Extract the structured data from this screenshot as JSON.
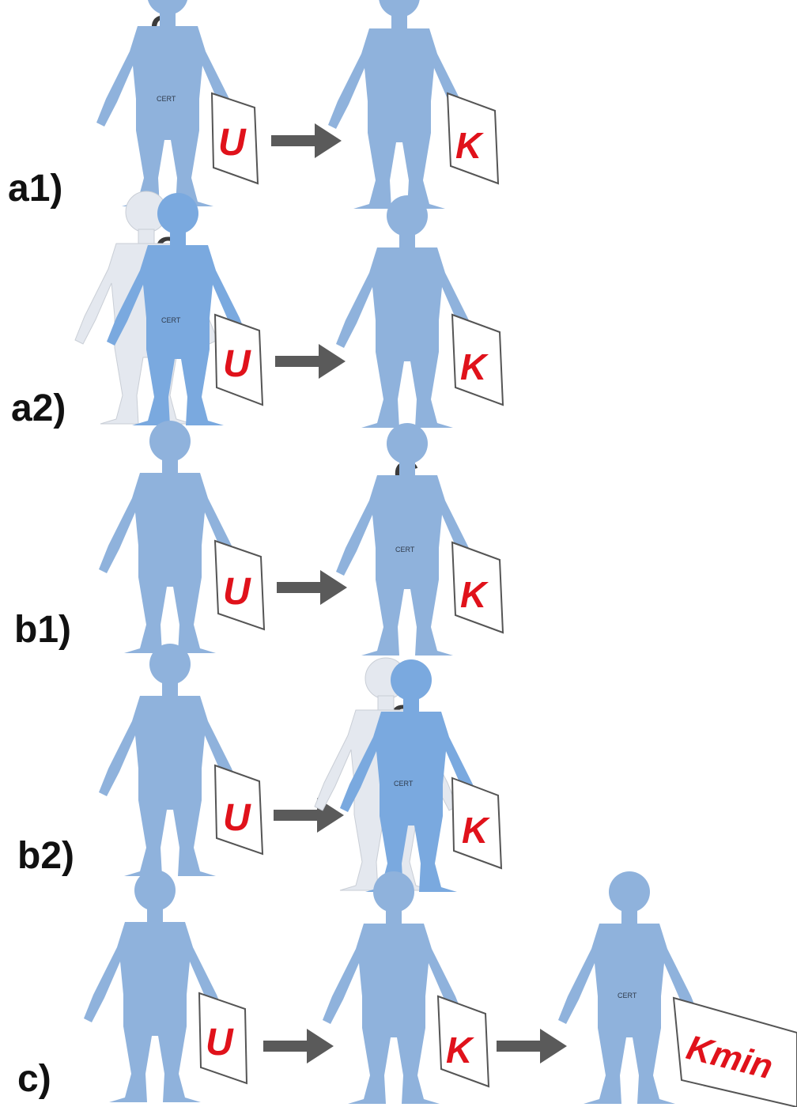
{
  "rows": [
    {
      "label": "a1)",
      "left_card": "U",
      "right_card": "K"
    },
    {
      "label": "a2)",
      "left_card": "U",
      "right_card": "K"
    },
    {
      "label": "b1)",
      "left_card": "U",
      "right_card": "K"
    },
    {
      "label": "b2)",
      "left_card": "U",
      "right_card": "K"
    },
    {
      "label": "c)",
      "left_card": "U",
      "mid_card": "K",
      "right_card": "Kmin"
    }
  ],
  "marker_text": "C",
  "badge_text": "CERT",
  "colors": {
    "figure": "#8fb2dc",
    "figure_highlight": "#7aa9df",
    "ghost": "#e4e8ef",
    "arrow": "#5a5a5a",
    "card_letter": "#e0121b",
    "label": "#111111"
  },
  "icons": [
    "person-figure-icon",
    "card-icon",
    "arrow-right-icon",
    "c-marker-icon"
  ]
}
